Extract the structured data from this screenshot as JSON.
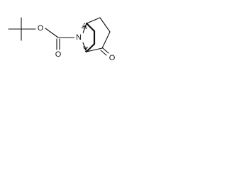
{
  "molecule": {
    "atoms": {
      "carbamate_ether_oxygen": "O",
      "bridge_nitrogen": "N",
      "carbonyl_oxygen_boc": "O",
      "ketone_oxygen": "O"
    }
  },
  "colors": {
    "bond": "#111111",
    "background": "#ffffff"
  }
}
